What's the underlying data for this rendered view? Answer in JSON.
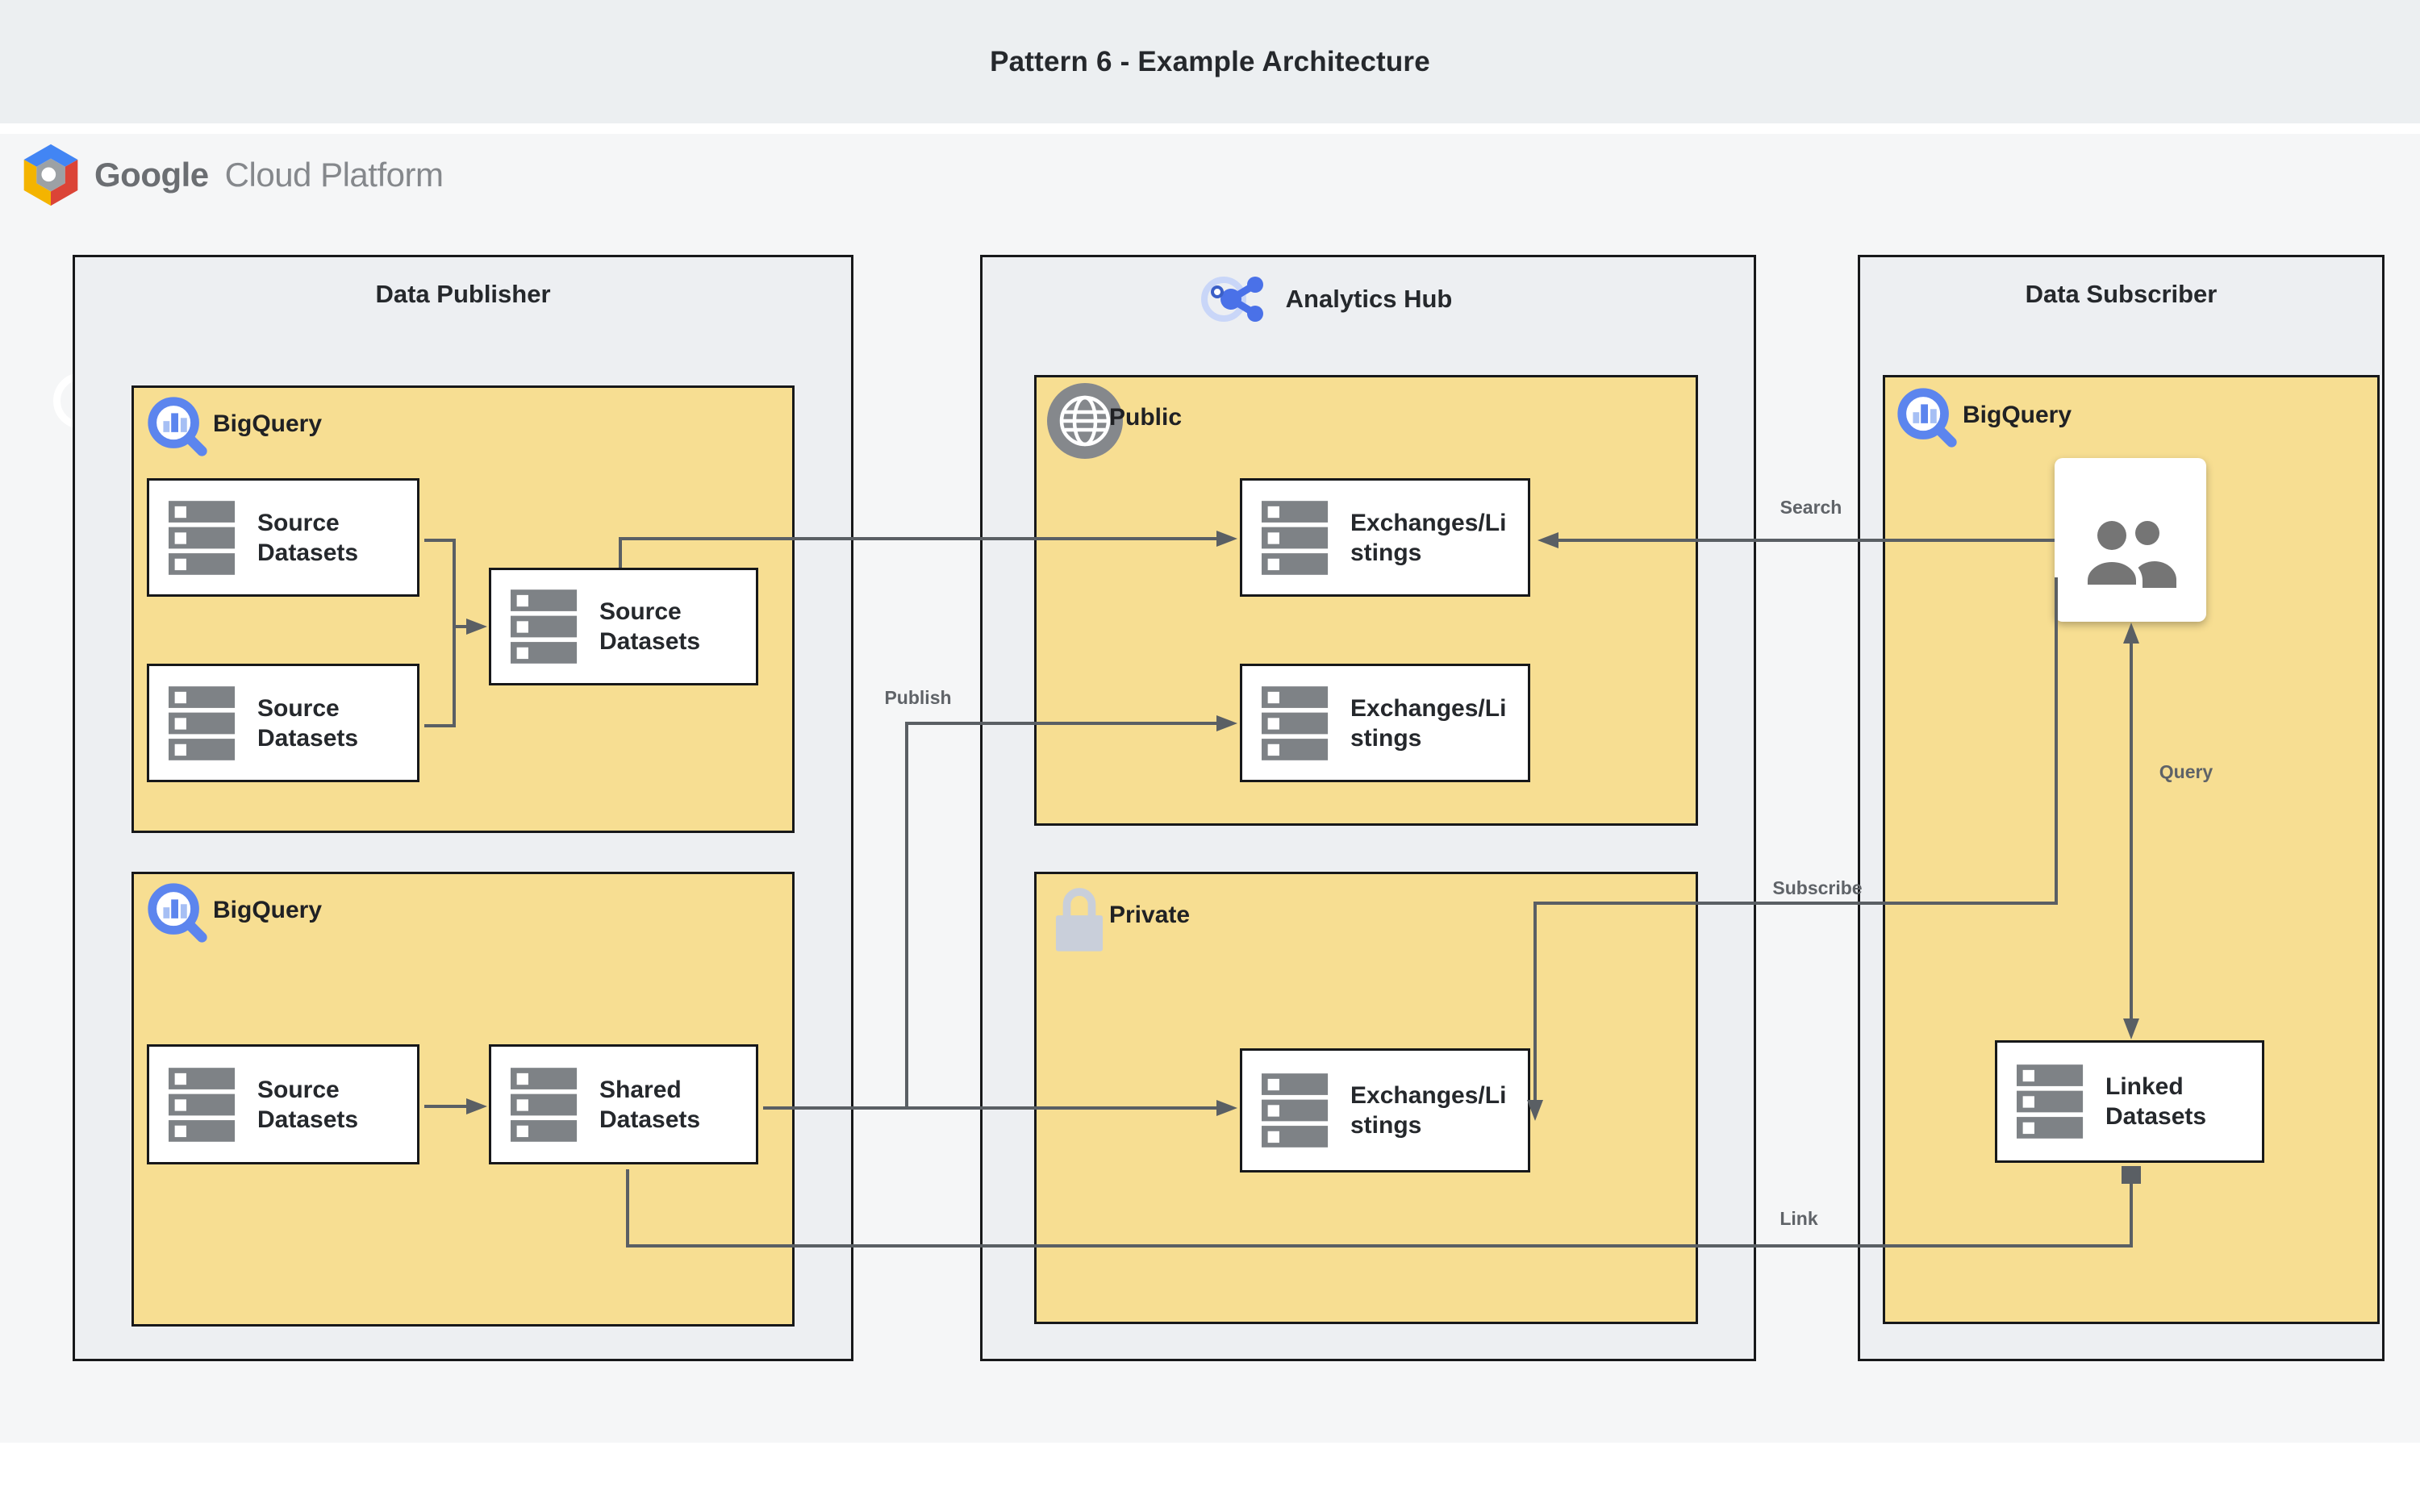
{
  "page": {
    "title": "Pattern 6 - Example Architecture"
  },
  "logo": {
    "brand": "Google",
    "suffix": "Cloud Platform"
  },
  "publisher": {
    "title": "Data Publisher",
    "bigquery_top": {
      "label": "BigQuery",
      "boxes": [
        {
          "label": "Source Datasets"
        },
        {
          "label": "Source Datasets"
        },
        {
          "label": "Source Datasets"
        }
      ]
    },
    "bigquery_bottom": {
      "label": "BigQuery",
      "boxes": [
        {
          "label": "Source Datasets"
        },
        {
          "label": "Shared Datasets"
        }
      ]
    }
  },
  "hub": {
    "title": "Analytics Hub",
    "public": {
      "label": "Public",
      "boxes": [
        {
          "label": "Exchanges/Listings"
        },
        {
          "label": "Exchanges/Listings"
        }
      ]
    },
    "private": {
      "label": "Private",
      "boxes": [
        {
          "label": "Exchanges/Listings"
        }
      ]
    }
  },
  "subscriber": {
    "title": "Data Subscriber",
    "bigquery": {
      "label": "BigQuery"
    },
    "linked": {
      "label": "Linked Datasets"
    }
  },
  "edges": {
    "search": "Search",
    "publish": "Publish",
    "subscribe": "Subscribe",
    "query": "Query",
    "link": "Link"
  },
  "colors": {
    "accent_yellow": "#F7DE92",
    "container_fill": "#EDEFF2",
    "content_bg": "#F5F6F7",
    "topbar_bg": "#ECEFF1",
    "border": "#17181A",
    "connector_line": "#5A5F64",
    "bigquery_blue": "#5C85EE",
    "bigquery_blue_light": "#A6BFF4",
    "hub_icon_blue": "#4A71E8",
    "hub_icon_ring": "#C9D6F8",
    "globe_gray": "#85888C",
    "lock_silver": "#C9CFDA",
    "dataset_icon_gray": "#7E8286",
    "people_gray": "#757575",
    "logo_blue": "#4285F4",
    "logo_red": "#DB4437",
    "logo_yellow": "#F4B400"
  }
}
